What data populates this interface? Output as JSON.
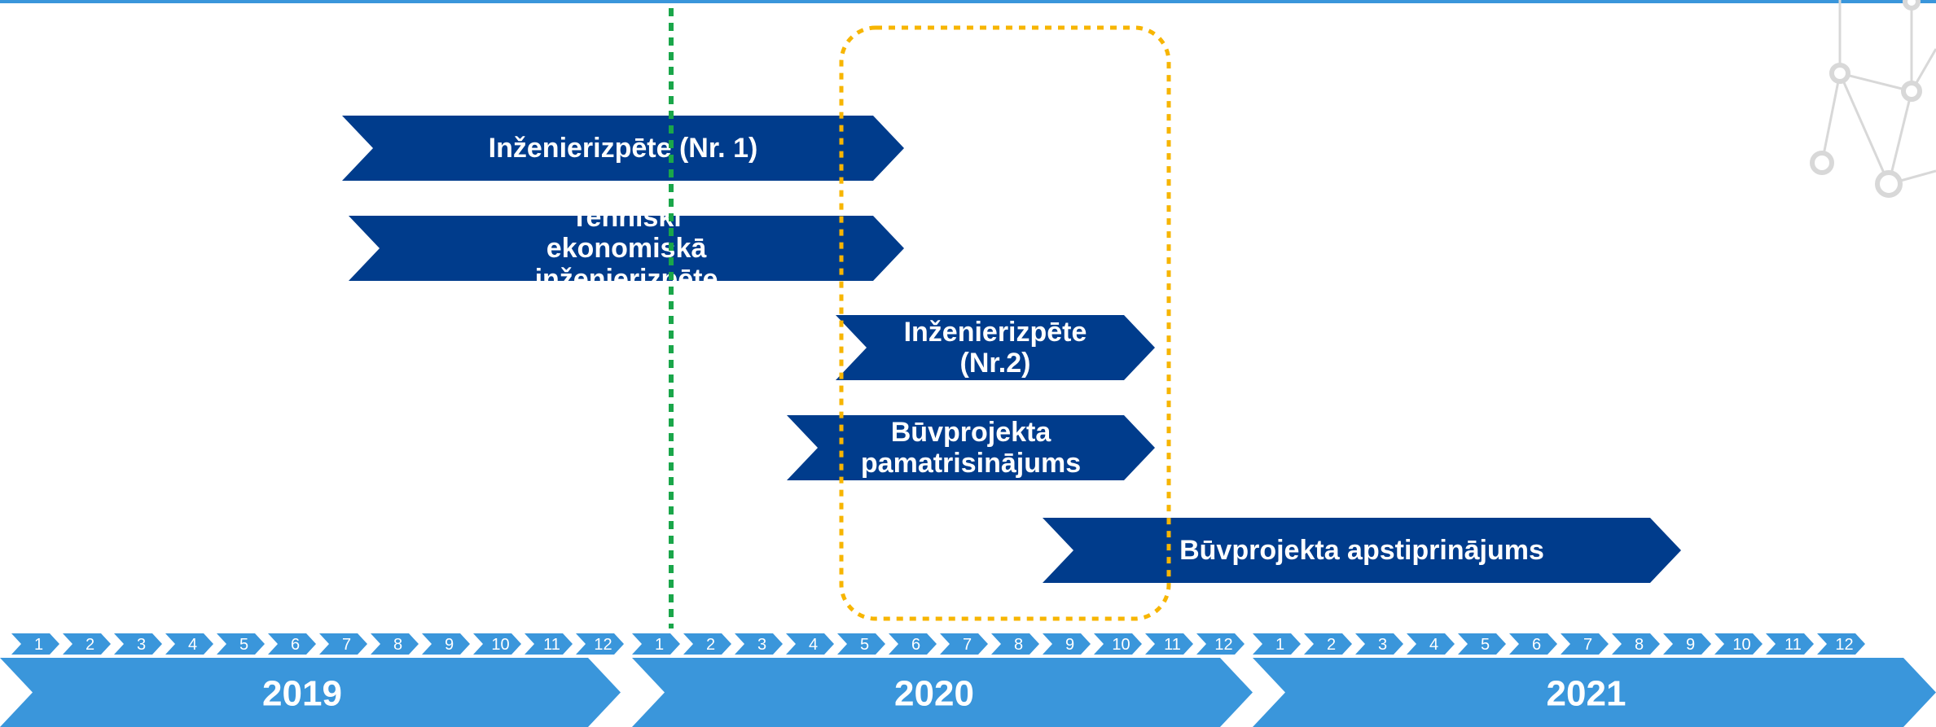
{
  "tasks": [
    {
      "id": "inzenierizpete-1",
      "label": "Inženierizpēte (Nr. 1)"
    },
    {
      "id": "tehniski-ekonomiska",
      "label": "Tehniski ekonomiskā inženierizpēte"
    },
    {
      "id": "inzenierizpete-2",
      "label": "Inženierizpēte (Nr.2)"
    },
    {
      "id": "buvprojekta-pamatrisinajums",
      "label": "Būvprojekta pamatrisinājums"
    },
    {
      "id": "buvprojekta-apstiprinajums",
      "label": "Būvprojekta apstiprinājums"
    }
  ],
  "timeline": {
    "years": [
      "2019",
      "2020",
      "2021"
    ],
    "months": [
      "1",
      "2",
      "3",
      "4",
      "5",
      "6",
      "7",
      "8",
      "9",
      "10",
      "11",
      "12"
    ]
  },
  "colors": {
    "task_fill": "#003c8c",
    "timeline_fill": "#3a96db",
    "current_date_line": "#1aa64a",
    "highlight_box": "#f7b500"
  }
}
